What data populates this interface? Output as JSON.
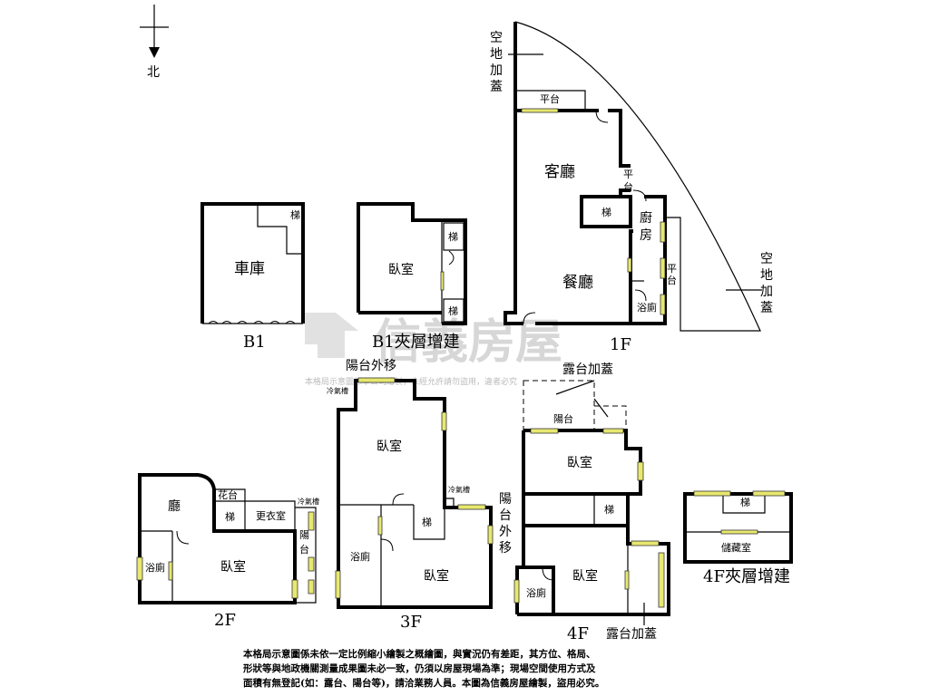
{
  "compass": {
    "north": "北"
  },
  "floors": {
    "b1": {
      "caption": "B1",
      "room_garage": "車庫",
      "stairs": "梯"
    },
    "b1m": {
      "caption": "B1夾層增建",
      "room_bedroom": "臥室",
      "stairs_a": "梯",
      "stairs_b": "梯"
    },
    "f1": {
      "caption": "1F",
      "vacant_top": [
        "空",
        "地",
        "加",
        "蓋"
      ],
      "vacant_right": [
        "空",
        "地",
        "加",
        "蓋"
      ],
      "platform_top": "平台",
      "living": "客廳",
      "platform_mid": [
        "平",
        "台"
      ],
      "stairs": "梯",
      "kitchen": [
        "廚",
        "房"
      ],
      "dining": "餐廳",
      "platform_right": [
        "平",
        "台"
      ],
      "bath": "浴廁"
    },
    "f2": {
      "caption": "2F",
      "hall": "廳",
      "flower": "花台",
      "stairs": "梯",
      "closet": "更衣室",
      "bath": "浴廁",
      "bedroom": "臥室",
      "ac": "冷氣槽",
      "balcony": [
        "陽",
        "台"
      ]
    },
    "f3": {
      "caption": "3F",
      "balcony_top": "陽台外移",
      "ac_top": "冷氣槽",
      "bedroom_top": "臥室",
      "ac_right": "冷氣槽",
      "balcony_right": [
        "陽",
        "台",
        "外",
        "移"
      ],
      "bath": "浴廁",
      "stairs": "梯",
      "bedroom_bottom": "臥室"
    },
    "f4": {
      "caption": "4F",
      "terrace_top": "露台加蓋",
      "balcony": "陽台",
      "bedroom_top": "臥室",
      "stairs": "梯",
      "bath": "浴廁",
      "bedroom_bottom": "臥室",
      "terrace_bottom": "露台加蓋"
    },
    "f4m": {
      "caption": "4F夾層增建",
      "stairs": "梯",
      "storage": "儲藏室"
    }
  },
  "watermark": {
    "brand": "信義房屋",
    "note": "本格局示意圖係本公司繪製，未經允許請勿盜用，違者必究"
  },
  "disclaimer": [
    "本格局示意圖係未依一定比例縮小繪製之概繪圖，與實況仍有差距，其方位、格局、",
    "形狀等與地政機關測量成果圖未必一致，仍須以房屋現場為準；現場空間使用方式及",
    "面積有無登記(如：露台、陽台等)，請洽業務人員。本圖為信義房屋繪製，盜用必究。"
  ]
}
